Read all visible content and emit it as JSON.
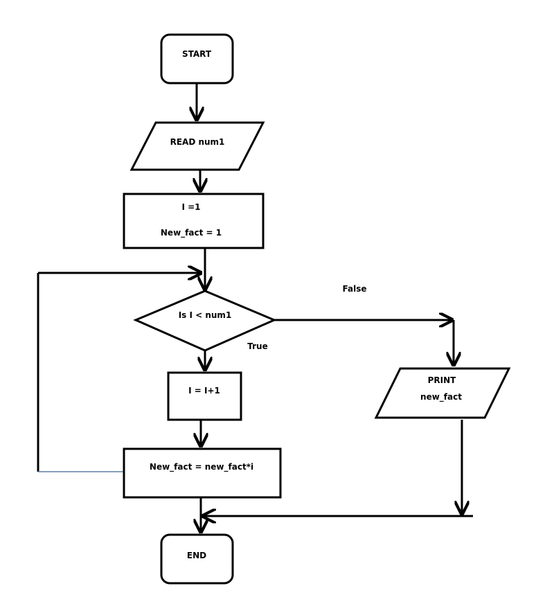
{
  "nodes": {
    "start": {
      "label": "START"
    },
    "read": {
      "label": "READ num1"
    },
    "init": {
      "line1": "I =1",
      "line2": "New_fact = 1"
    },
    "decision": {
      "label": "Is I < num1"
    },
    "increment": {
      "label": "I = I+1"
    },
    "compute": {
      "label": "New_fact = new_fact*i"
    },
    "print": {
      "line1": "PRINT",
      "line2": "new_fact"
    },
    "end": {
      "label": "END"
    }
  },
  "edges": {
    "false_label": "False",
    "true_label": "True"
  },
  "colors": {
    "stroke": "#000000",
    "loop_back_line": "#5b7fa6"
  }
}
